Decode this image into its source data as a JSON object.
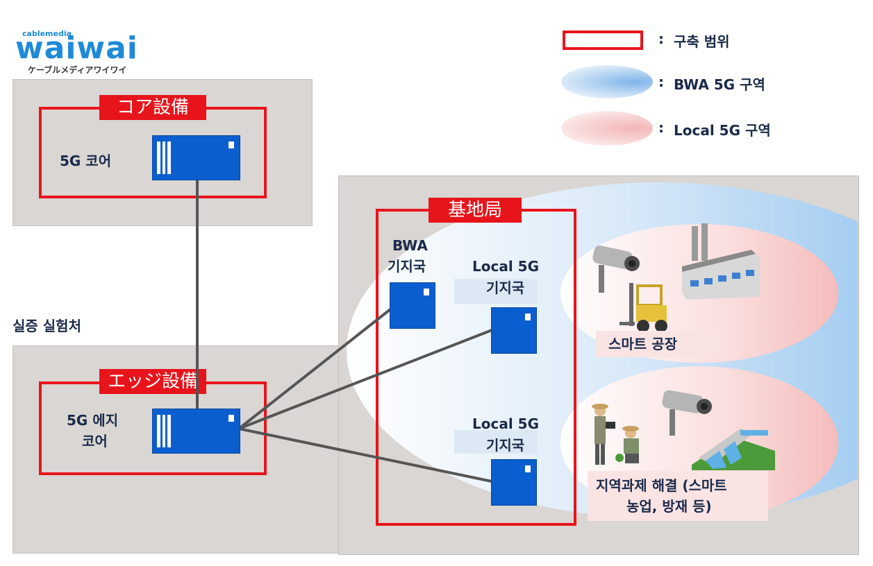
{
  "logo": {
    "small": "cablemedia",
    "main": "waiwai",
    "sub": "ケーブルメディアワイワイ"
  },
  "legend": {
    "scope_label": "구축 범위",
    "bwa_label": "BWA 5G 구역",
    "local_label": "Local 5G 구역",
    "colon": ":",
    "colors": {
      "scope": "#e8141b",
      "bwa": "#7fb5ea",
      "local": "#f4b6b6"
    }
  },
  "core": {
    "tag": "コア設備",
    "label": "5G 코어"
  },
  "site": {
    "label": "실증 실험처"
  },
  "edge": {
    "tag": "エッジ設備",
    "label_line1": "5G 에지",
    "label_line2": "코어"
  },
  "base": {
    "tag": "基地局",
    "bwa_line1": "BWA",
    "bwa_line2": "기지국",
    "local1_line1": "Local 5G",
    "local1_line2": "기지국",
    "local2_line1": "Local 5G",
    "local2_line2": "기지국"
  },
  "areas": {
    "factory": "스마트 공장",
    "region_line1": "지역과제 해결 (스마트",
    "region_line2": "농업, 방재 등)"
  }
}
